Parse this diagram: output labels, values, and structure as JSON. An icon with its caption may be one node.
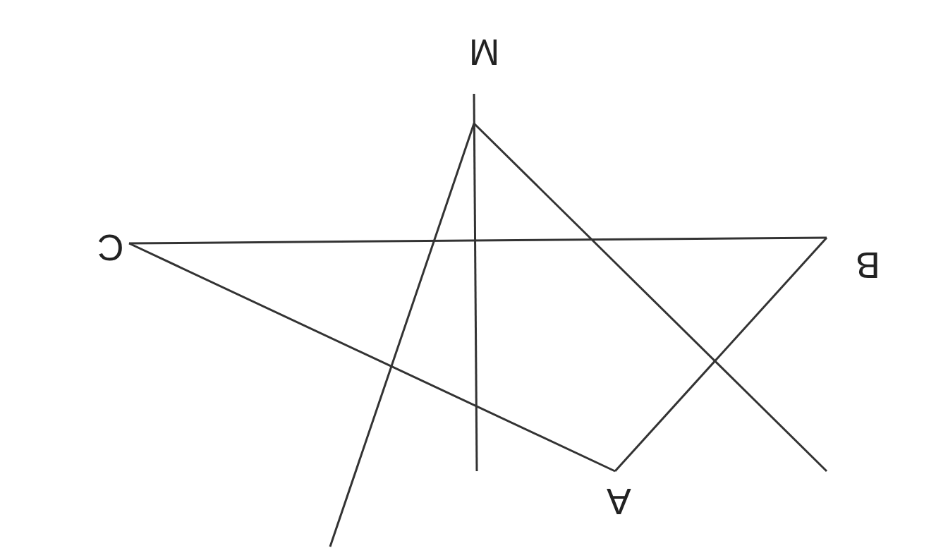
{
  "diagram": {
    "labels": [
      "M",
      "C",
      "B",
      "A"
    ]
  }
}
